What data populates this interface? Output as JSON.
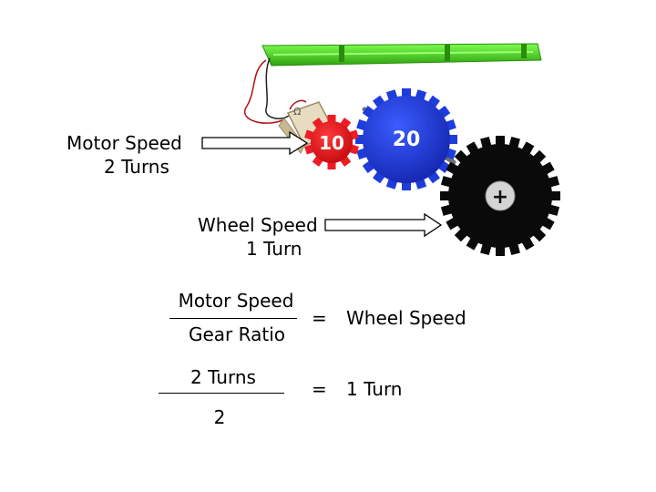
{
  "labels": {
    "motor_speed": "Motor Speed",
    "motor_turns": "2 Turns",
    "wheel_speed": "Wheel Speed",
    "wheel_turns": "1 Turn"
  },
  "gears": {
    "small": {
      "teeth": "10",
      "color": "#ee1c24"
    },
    "large": {
      "teeth": "20",
      "color": "#1e3cdc"
    },
    "wheel": {
      "hub": "+",
      "color": "#0a0a0a"
    }
  },
  "equation1": {
    "numerator": "Motor Speed",
    "denominator": "Gear Ratio",
    "equals": "=",
    "result": "Wheel Speed"
  },
  "equation2": {
    "numerator": "2 Turns",
    "denominator": "2",
    "equals": "=",
    "result": "1 Turn"
  },
  "colors": {
    "beam": "#4ee21e",
    "beam_dark": "#2f9c10",
    "motor": "#e8dcc0",
    "axle": "#6e6e6e"
  }
}
